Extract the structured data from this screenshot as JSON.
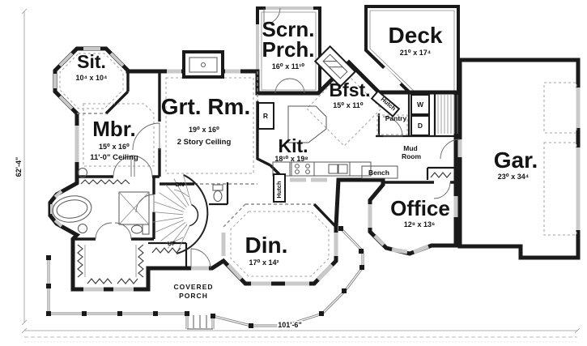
{
  "colors": {
    "wall": "#1a1a1a",
    "window": "#c9c9c9",
    "dashed_ceiling": "#a3a3a3",
    "background": "#ffffff"
  },
  "plan": {
    "rooms": [
      {
        "id": "sit",
        "name": "Sit.",
        "dims": "10⁴ x 10⁴"
      },
      {
        "id": "mbr",
        "name": "Mbr.",
        "dims": "15⁰ x 16⁰",
        "note": "11'-0\" Ceiling"
      },
      {
        "id": "grt",
        "name": "Grt. Rm.",
        "dims": "19⁰ x 16⁰",
        "note": "2 Story Ceiling"
      },
      {
        "id": "scrn",
        "name_line1": "Scrn.",
        "name_line2": "Prch.",
        "dims": "16⁰ x 11¹⁰"
      },
      {
        "id": "deck",
        "name": "Deck",
        "dims": "21⁰ x 17⁴"
      },
      {
        "id": "bfst",
        "name": "Bfst.",
        "dims": "15⁰ x 11⁰"
      },
      {
        "id": "kit",
        "name": "Kit.",
        "dims": "18¹⁰ x 19⁸"
      },
      {
        "id": "gar",
        "name": "Gar.",
        "dims": "23⁰ x 34⁴"
      },
      {
        "id": "office",
        "name": "Office",
        "dims": "12⁸ x 13⁶"
      },
      {
        "id": "din",
        "name": "Din.",
        "dims": "17⁰ x 14²"
      }
    ],
    "labels": {
      "pantry": "Pantry",
      "mud_line1": "Mud",
      "mud_line2": "Room",
      "bench": "Bench",
      "hutch_pantry": "Hutch",
      "hutch_kitchen": "Hutch",
      "covered_line1": "COVERED",
      "covered_line2": "PORCH",
      "down": "DN",
      "up": "UP",
      "washer": "W",
      "dryer": "D",
      "range": "R"
    },
    "dimensions": {
      "left": "62'-4\"",
      "bottom": "101'-6\""
    }
  }
}
